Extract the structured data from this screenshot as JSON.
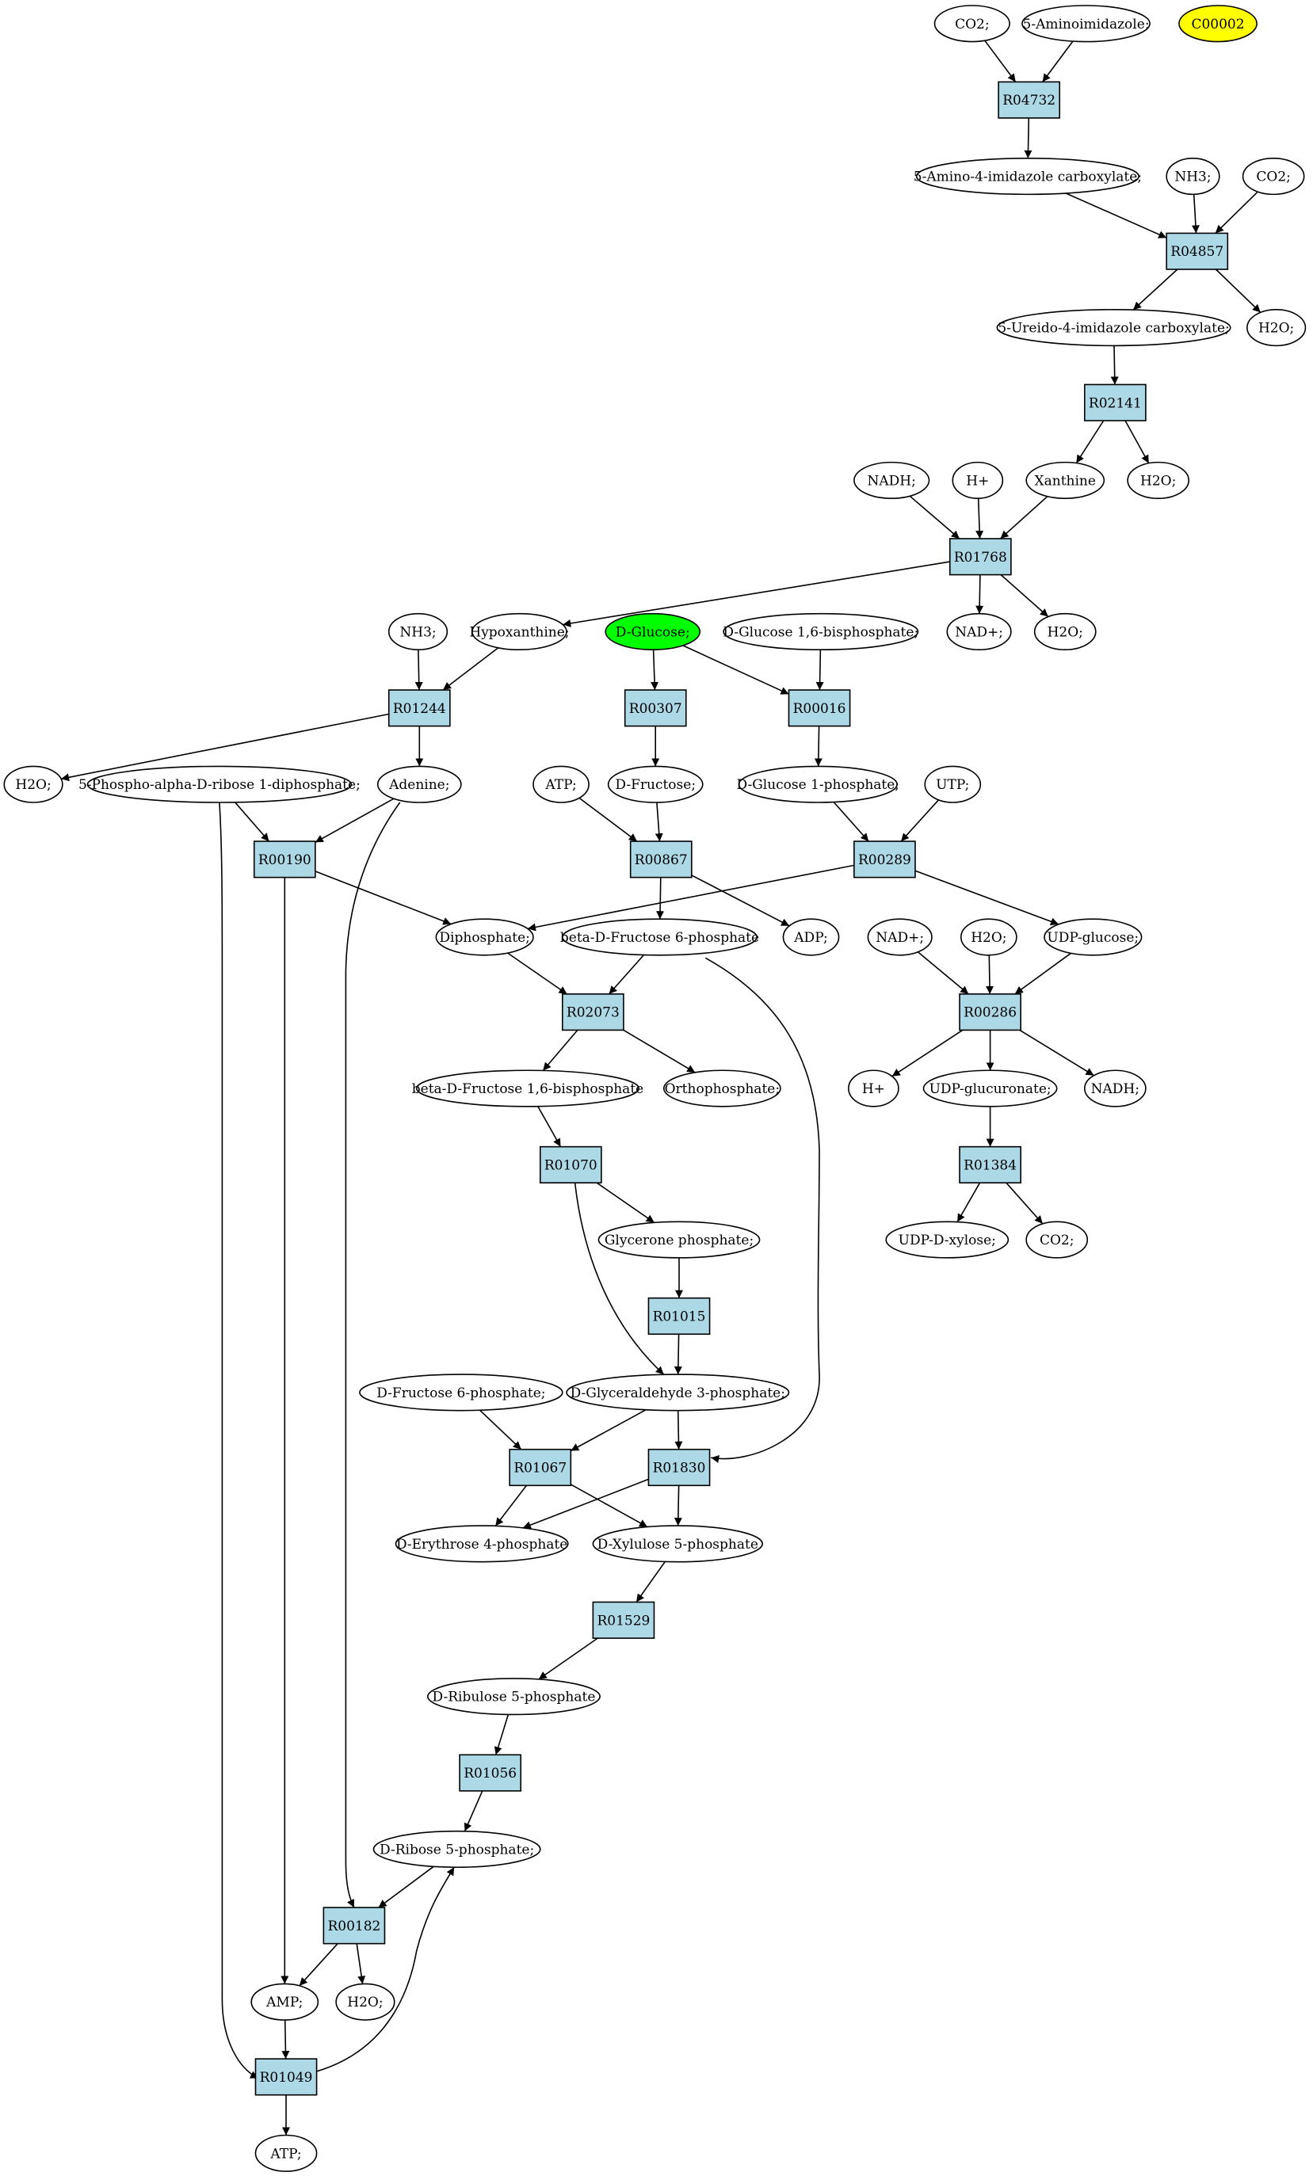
{
  "colors": {
    "reaction_fill": "#add8e6",
    "compound_fill": "#ffffff",
    "start_fill": "#00ff00",
    "query_fill": "#ffff00",
    "stroke": "#000000"
  },
  "nodes": [
    {
      "id": "co2_a",
      "label": "CO2;",
      "kind": "compound"
    },
    {
      "id": "aminoimidazole",
      "label": "5-Aminoimidazole;",
      "kind": "compound"
    },
    {
      "id": "c00002",
      "label": "C00002",
      "kind": "query"
    },
    {
      "id": "r04732",
      "label": "R04732",
      "kind": "reaction"
    },
    {
      "id": "aic",
      "label": "5-Amino-4-imidazole carboxylate;",
      "kind": "compound"
    },
    {
      "id": "nh3_a",
      "label": "NH3;",
      "kind": "compound"
    },
    {
      "id": "co2_b",
      "label": "CO2;",
      "kind": "compound"
    },
    {
      "id": "r04857",
      "label": "R04857",
      "kind": "reaction"
    },
    {
      "id": "uic",
      "label": "5-Ureido-4-imidazole carboxylate;",
      "kind": "compound"
    },
    {
      "id": "h2o_a",
      "label": "H2O;",
      "kind": "compound"
    },
    {
      "id": "r02141",
      "label": "R02141",
      "kind": "reaction"
    },
    {
      "id": "nadh_a",
      "label": "NADH;",
      "kind": "compound"
    },
    {
      "id": "hplus_a",
      "label": "H+",
      "kind": "compound"
    },
    {
      "id": "xanthine",
      "label": "Xanthine",
      "kind": "compound"
    },
    {
      "id": "h2o_b",
      "label": "H2O;",
      "kind": "compound"
    },
    {
      "id": "r01768",
      "label": "R01768",
      "kind": "reaction"
    },
    {
      "id": "nadplus_a",
      "label": "NAD+;",
      "kind": "compound"
    },
    {
      "id": "h2o_c",
      "label": "H2O;",
      "kind": "compound"
    },
    {
      "id": "nh3_b",
      "label": "NH3;",
      "kind": "compound"
    },
    {
      "id": "hypoxanthine",
      "label": "Hypoxanthine;",
      "kind": "compound"
    },
    {
      "id": "dglucose",
      "label": "D-Glucose;",
      "kind": "start"
    },
    {
      "id": "dg16bp",
      "label": "D-Glucose 1,6-bisphosphate;",
      "kind": "compound"
    },
    {
      "id": "r01244",
      "label": "R01244",
      "kind": "reaction"
    },
    {
      "id": "r00307",
      "label": "R00307",
      "kind": "reaction"
    },
    {
      "id": "r00016",
      "label": "R00016",
      "kind": "reaction"
    },
    {
      "id": "h2o_d",
      "label": "H2O;",
      "kind": "compound"
    },
    {
      "id": "prpp",
      "label": "5-Phospho-alpha-D-ribose 1-diphosphate;",
      "kind": "compound"
    },
    {
      "id": "adenine",
      "label": "Adenine;",
      "kind": "compound"
    },
    {
      "id": "atp_a",
      "label": "ATP;",
      "kind": "compound"
    },
    {
      "id": "dfructose",
      "label": "D-Fructose;",
      "kind": "compound"
    },
    {
      "id": "dg1p",
      "label": "D-Glucose 1-phosphate;",
      "kind": "compound"
    },
    {
      "id": "utp",
      "label": "UTP;",
      "kind": "compound"
    },
    {
      "id": "r00190",
      "label": "R00190",
      "kind": "reaction"
    },
    {
      "id": "r00867",
      "label": "R00867",
      "kind": "reaction"
    },
    {
      "id": "r00289",
      "label": "R00289",
      "kind": "reaction"
    },
    {
      "id": "diphosphate",
      "label": "Diphosphate;",
      "kind": "compound"
    },
    {
      "id": "bdf6p",
      "label": "beta-D-Fructose 6-phosphate",
      "kind": "compound"
    },
    {
      "id": "adp",
      "label": "ADP;",
      "kind": "compound"
    },
    {
      "id": "nadplus_b",
      "label": "NAD+;",
      "kind": "compound"
    },
    {
      "id": "h2o_e",
      "label": "H2O;",
      "kind": "compound"
    },
    {
      "id": "udpglucose",
      "label": "UDP-glucose;",
      "kind": "compound"
    },
    {
      "id": "r02073",
      "label": "R02073",
      "kind": "reaction"
    },
    {
      "id": "r00286",
      "label": "R00286",
      "kind": "reaction"
    },
    {
      "id": "bdf16bp",
      "label": "beta-D-Fructose 1,6-bisphosphate",
      "kind": "compound"
    },
    {
      "id": "orthophosphate",
      "label": "Orthophosphate;",
      "kind": "compound"
    },
    {
      "id": "hplus_b",
      "label": "H+",
      "kind": "compound"
    },
    {
      "id": "udpglucuronate",
      "label": "UDP-glucuronate;",
      "kind": "compound"
    },
    {
      "id": "nadh_b",
      "label": "NADH;",
      "kind": "compound"
    },
    {
      "id": "r01070",
      "label": "R01070",
      "kind": "reaction"
    },
    {
      "id": "r01384",
      "label": "R01384",
      "kind": "reaction"
    },
    {
      "id": "glyceronep",
      "label": "Glycerone phosphate;",
      "kind": "compound"
    },
    {
      "id": "udpxylose",
      "label": "UDP-D-xylose;",
      "kind": "compound"
    },
    {
      "id": "co2_c",
      "label": "CO2;",
      "kind": "compound"
    },
    {
      "id": "r01015",
      "label": "R01015",
      "kind": "reaction"
    },
    {
      "id": "df6p",
      "label": "D-Fructose 6-phosphate;",
      "kind": "compound"
    },
    {
      "id": "dg3p",
      "label": "D-Glyceraldehyde 3-phosphate;",
      "kind": "compound"
    },
    {
      "id": "r01067",
      "label": "R01067",
      "kind": "reaction"
    },
    {
      "id": "r01830",
      "label": "R01830",
      "kind": "reaction"
    },
    {
      "id": "de4p",
      "label": "D-Erythrose 4-phosphate",
      "kind": "compound"
    },
    {
      "id": "dx5p",
      "label": "D-Xylulose 5-phosphate",
      "kind": "compound"
    },
    {
      "id": "r01529",
      "label": "R01529",
      "kind": "reaction"
    },
    {
      "id": "dru5p",
      "label": "D-Ribulose 5-phosphate",
      "kind": "compound"
    },
    {
      "id": "r01056",
      "label": "R01056",
      "kind": "reaction"
    },
    {
      "id": "dr5p",
      "label": "D-Ribose 5-phosphate;",
      "kind": "compound"
    },
    {
      "id": "r00182",
      "label": "R00182",
      "kind": "reaction"
    },
    {
      "id": "amp",
      "label": "AMP;",
      "kind": "compound"
    },
    {
      "id": "h2o_f",
      "label": "H2O;",
      "kind": "compound"
    },
    {
      "id": "r01049",
      "label": "R01049",
      "kind": "reaction"
    },
    {
      "id": "atp_b",
      "label": "ATP;",
      "kind": "compound"
    }
  ],
  "edges": [
    [
      "co2_a",
      "r04732"
    ],
    [
      "aminoimidazole",
      "r04732"
    ],
    [
      "r04732",
      "aic"
    ],
    [
      "aic",
      "r04857"
    ],
    [
      "nh3_a",
      "r04857"
    ],
    [
      "co2_b",
      "r04857"
    ],
    [
      "r04857",
      "uic"
    ],
    [
      "r04857",
      "h2o_a"
    ],
    [
      "uic",
      "r02141"
    ],
    [
      "r02141",
      "xanthine"
    ],
    [
      "r02141",
      "h2o_b"
    ],
    [
      "nadh_a",
      "r01768"
    ],
    [
      "hplus_a",
      "r01768"
    ],
    [
      "xanthine",
      "r01768"
    ],
    [
      "r01768",
      "hypoxanthine"
    ],
    [
      "r01768",
      "nadplus_a"
    ],
    [
      "r01768",
      "h2o_c"
    ],
    [
      "nh3_b",
      "r01244"
    ],
    [
      "hypoxanthine",
      "r01244"
    ],
    [
      "r01244",
      "h2o_d"
    ],
    [
      "r01244",
      "adenine"
    ],
    [
      "dglucose",
      "r00307"
    ],
    [
      "dglucose",
      "r00016"
    ],
    [
      "dg16bp",
      "r00016"
    ],
    [
      "r00307",
      "dfructose"
    ],
    [
      "r00016",
      "dg1p"
    ],
    [
      "prpp",
      "r00190"
    ],
    [
      "adenine",
      "r00190"
    ],
    [
      "prpp",
      "r01049"
    ],
    [
      "adenine",
      "r00182"
    ],
    [
      "atp_a",
      "r00867"
    ],
    [
      "dfructose",
      "r00867"
    ],
    [
      "dg1p",
      "r00289"
    ],
    [
      "utp",
      "r00289"
    ],
    [
      "r00190",
      "diphosphate"
    ],
    [
      "r00190",
      "amp"
    ],
    [
      "r00867",
      "bdf6p"
    ],
    [
      "r00867",
      "adp"
    ],
    [
      "r00289",
      "diphosphate"
    ],
    [
      "r00289",
      "udpglucose"
    ],
    [
      "diphosphate",
      "r02073"
    ],
    [
      "bdf6p",
      "r02073"
    ],
    [
      "bdf6p",
      "r01830"
    ],
    [
      "nadplus_b",
      "r00286"
    ],
    [
      "h2o_e",
      "r00286"
    ],
    [
      "udpglucose",
      "r00286"
    ],
    [
      "r02073",
      "bdf16bp"
    ],
    [
      "r02073",
      "orthophosphate"
    ],
    [
      "r00286",
      "hplus_b"
    ],
    [
      "r00286",
      "udpglucuronate"
    ],
    [
      "r00286",
      "nadh_b"
    ],
    [
      "bdf16bp",
      "r01070"
    ],
    [
      "udpglucuronate",
      "r01384"
    ],
    [
      "r01070",
      "glyceronep"
    ],
    [
      "r01070",
      "dg3p"
    ],
    [
      "r01384",
      "udpxylose"
    ],
    [
      "r01384",
      "co2_c"
    ],
    [
      "glyceronep",
      "r01015"
    ],
    [
      "r01015",
      "dg3p"
    ],
    [
      "df6p",
      "r01067"
    ],
    [
      "dg3p",
      "r01067"
    ],
    [
      "dg3p",
      "r01830"
    ],
    [
      "r01067",
      "de4p"
    ],
    [
      "r01067",
      "dx5p"
    ],
    [
      "r01830",
      "de4p"
    ],
    [
      "r01830",
      "dx5p"
    ],
    [
      "dx5p",
      "r01529"
    ],
    [
      "r01529",
      "dru5p"
    ],
    [
      "dru5p",
      "r01056"
    ],
    [
      "r01056",
      "dr5p"
    ],
    [
      "dr5p",
      "r00182"
    ],
    [
      "r00182",
      "amp"
    ],
    [
      "r00182",
      "h2o_f"
    ],
    [
      "amp",
      "r01049"
    ],
    [
      "r01049",
      "dr5p"
    ],
    [
      "r01049",
      "atp_b"
    ]
  ]
}
